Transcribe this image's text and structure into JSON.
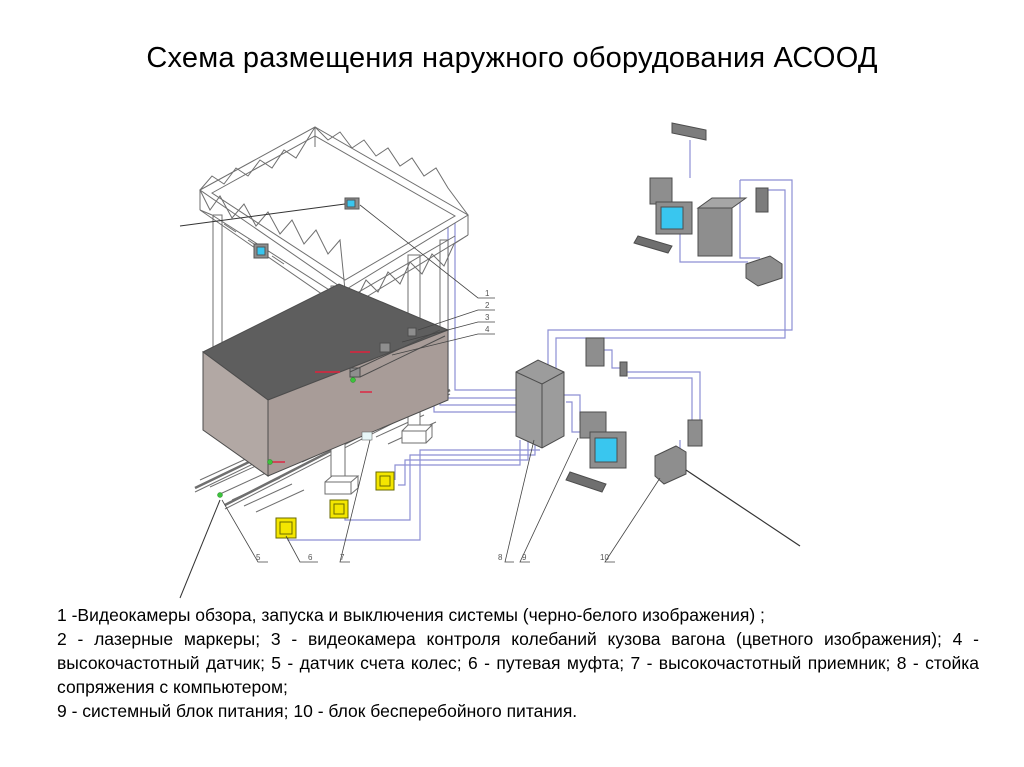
{
  "title": "Схема размещения наружного оборудования АСООД",
  "callouts": [
    "1",
    "2",
    "3",
    "4",
    "5",
    "6",
    "7",
    "8",
    "9",
    "10"
  ],
  "legend": [
    "1 -Видеокамеры обзора, запуска и выключения системы (черно-белого изображения) ;",
    "2 - лазерные маркеры; 3 - видеокамера контроля колебаний кузова вагона (цветного изображения); 4 -  высокочастотный датчик; 5 -  датчик счета колес; 6 - путевая муфта; 7 - высокочастотный приемник; 8 - стойка сопряжения с компьютером;",
    "9 - системный блок питания; 10 - блок бесперебойного питания."
  ],
  "colors": {
    "cable": "#8d8fd4",
    "structure": "#6f6f6f",
    "wagon_side": "#a89c98",
    "wagon_top": "#5e5e5e",
    "screen": "#39c6ef",
    "sleeper_box": "#f4e600",
    "sensor": "#3cc23c",
    "laser": "#e0203c"
  }
}
